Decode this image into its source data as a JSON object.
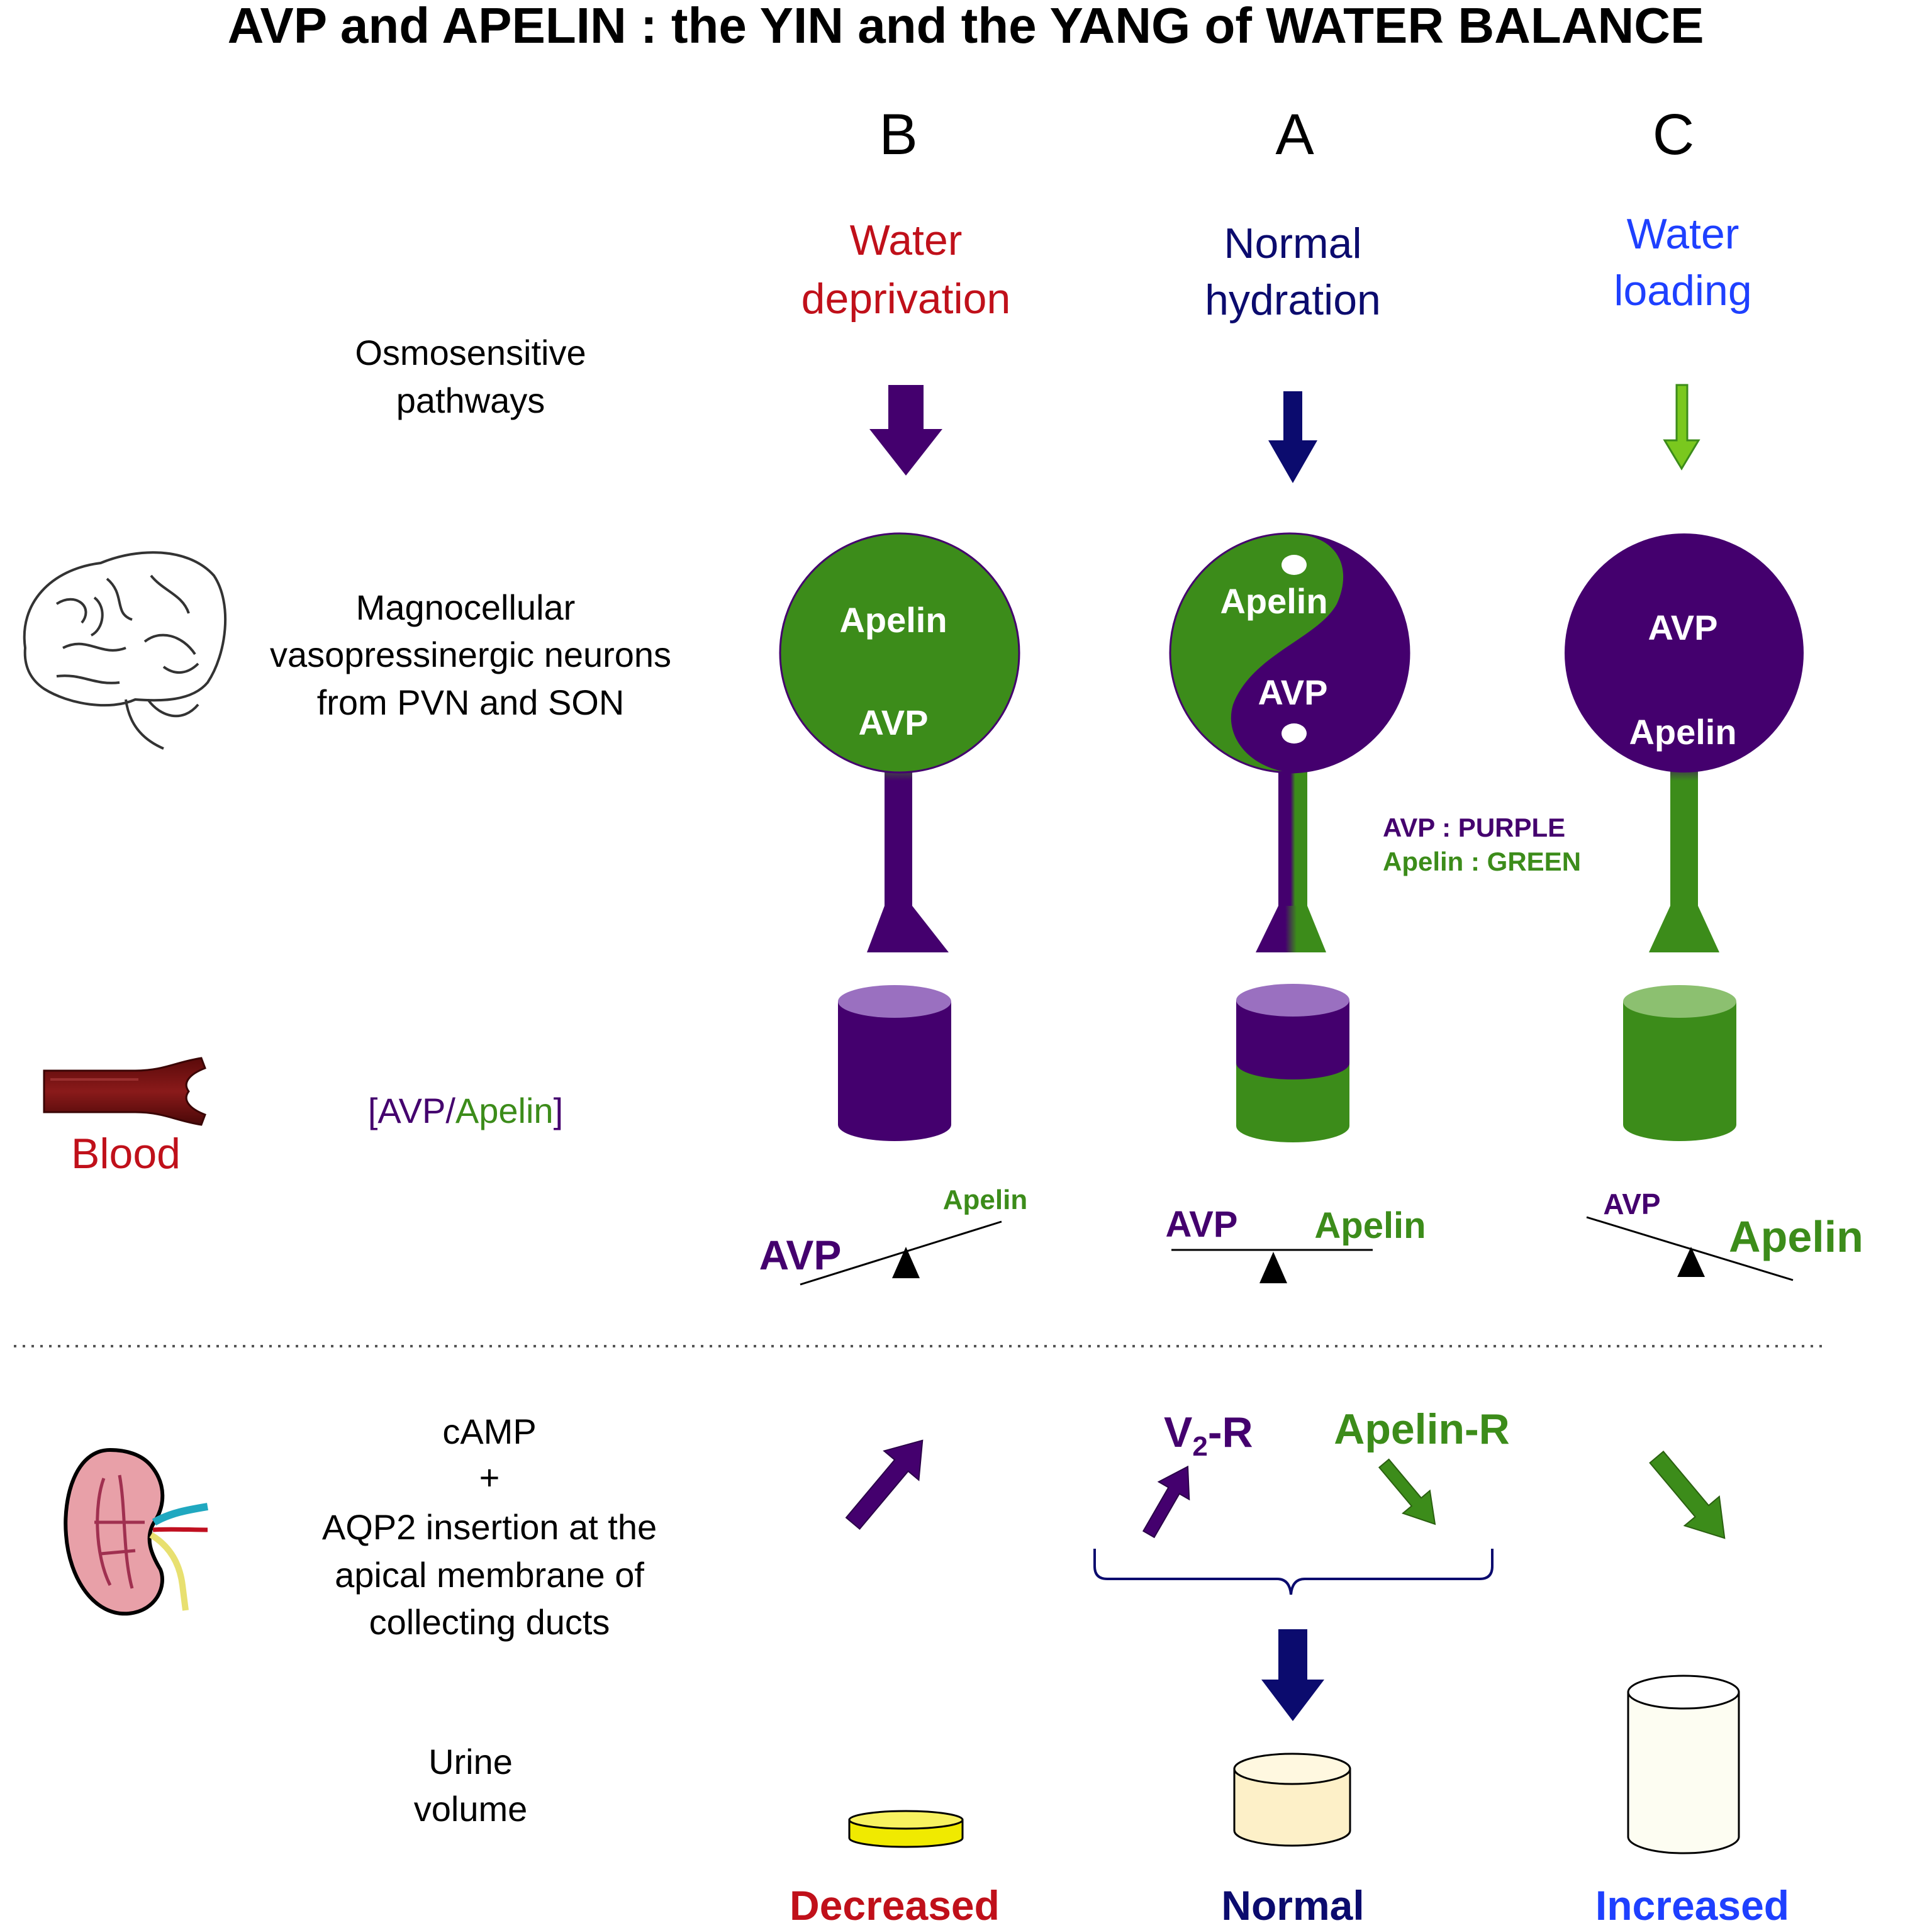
{
  "title": "AVP and APELIN : the YIN and the YANG of WATER BALANCE",
  "colors": {
    "purple": "#44006e",
    "navy": "#0b0b6e",
    "green": "#3c8c1a",
    "red": "#c0101a",
    "blue": "#1e40ff",
    "light_green": "#7ac81e",
    "yellow": "#f0ea00",
    "cream": "#fdf0c8",
    "pale": "#fdfdf2"
  },
  "row_labels": {
    "osmo_1": "Osmosensitive",
    "osmo_2": "pathways",
    "magno_1": "Magnocellular",
    "magno_2": "vasopressinergic neurons",
    "magno_3": "from PVN and SON",
    "ratio_open": "[",
    "ratio_avp": "AVP",
    "ratio_slash": "/",
    "ratio_apelin": "Apelin",
    "ratio_close": "]",
    "camp_1": "cAMP",
    "camp_2": "+",
    "camp_3": "AQP2 insertion at the",
    "camp_4": "apical membrane of",
    "camp_5": "collecting ducts",
    "urine_1": "Urine",
    "urine_2": "volume"
  },
  "icons": {
    "brain": "brain-icon",
    "vessel": "blood-vessel-icon",
    "kidney": "kidney-icon"
  },
  "blood_label": "Blood",
  "columns": {
    "b": {
      "letter": "B",
      "condition_1": "Water",
      "condition_2": "deprivation",
      "neuron_top": "Apelin",
      "neuron_bottom": "AVP",
      "scale_left": "AVP",
      "scale_right": "Apelin",
      "urine": "Decreased"
    },
    "a": {
      "letter": "A",
      "condition_1": "Normal",
      "condition_2": "hydration",
      "neuron_top": "Apelin",
      "neuron_bottom": "AVP",
      "scale_left": "AVP",
      "scale_right": "Apelin",
      "receptor_v2_main": "V",
      "receptor_v2_sub": "2",
      "receptor_v2_tail": "-R",
      "receptor_apelin": "Apelin-R",
      "urine": "Normal"
    },
    "c": {
      "letter": "C",
      "condition_1": "Water",
      "condition_2": "loading",
      "neuron_top": "AVP",
      "neuron_bottom": "Apelin",
      "scale_left": "AVP",
      "scale_right": "Apelin",
      "urine": "Increased"
    }
  },
  "legend": {
    "avp": "AVP : PURPLE",
    "apelin": "Apelin : GREEN"
  }
}
